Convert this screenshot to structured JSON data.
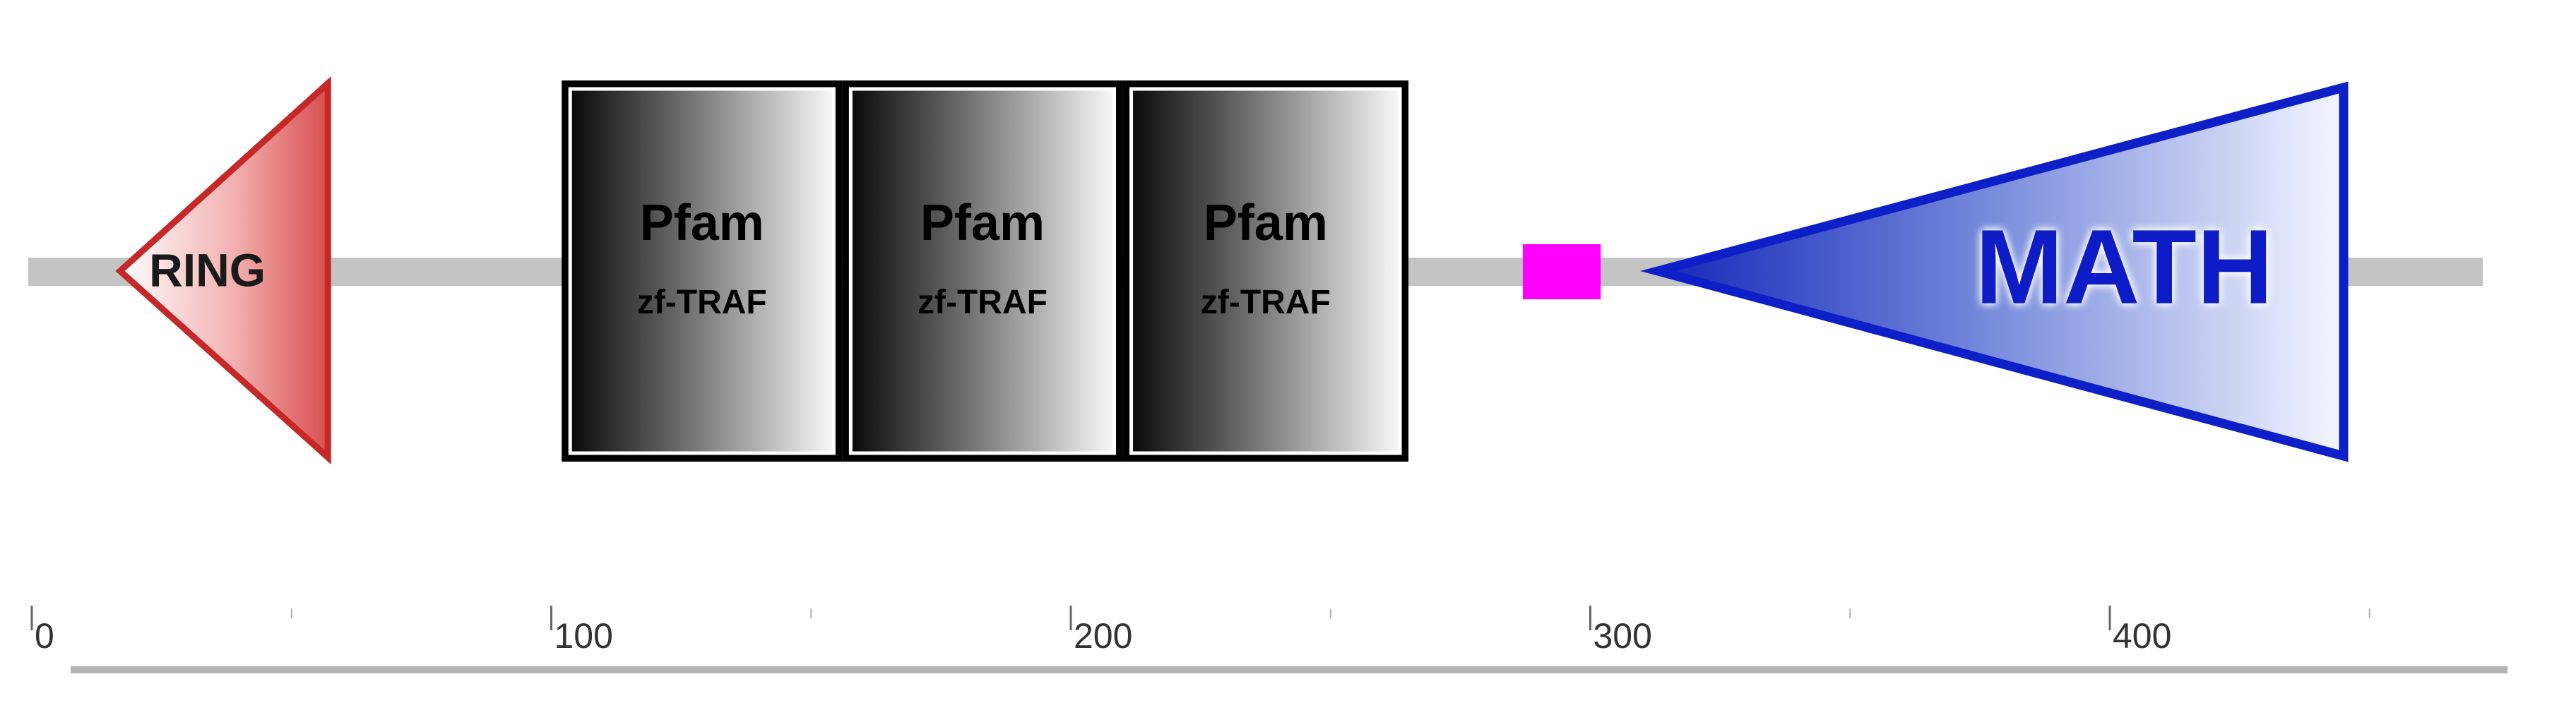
{
  "domains": [
    {
      "id": "ring",
      "name": "RING",
      "start": 17,
      "end": 57,
      "color": "#c62828"
    },
    {
      "id": "pfam1",
      "name": "Pfam",
      "subname": "zf-TRAF",
      "start": 102,
      "end": 156
    },
    {
      "id": "pfam2",
      "name": "Pfam",
      "subname": "zf-TRAF",
      "start": 156,
      "end": 210
    },
    {
      "id": "pfam3",
      "name": "Pfam",
      "subname": "zf-TRAF",
      "start": 210,
      "end": 265
    },
    {
      "id": "motif",
      "start": 287,
      "end": 302,
      "color": "#ff00ff"
    },
    {
      "id": "math",
      "name": "MATH",
      "start": 313,
      "end": 445,
      "color": "#0d1fc7"
    }
  ],
  "axis": {
    "start": 0,
    "end": 470,
    "ticks": [
      {
        "value": 0,
        "label": "0"
      },
      {
        "value": 100,
        "label": "100"
      },
      {
        "value": 200,
        "label": "200"
      },
      {
        "value": 300,
        "label": "300"
      },
      {
        "value": 400,
        "label": "400"
      }
    ],
    "minor_ticks": [
      50,
      150,
      250,
      350,
      450
    ]
  },
  "colors": {
    "backbone": "#c4c4c4",
    "ring": "#c62828",
    "math": "#0d1fc7",
    "motif": "#ff00ff",
    "pfam_border": "#000000"
  }
}
